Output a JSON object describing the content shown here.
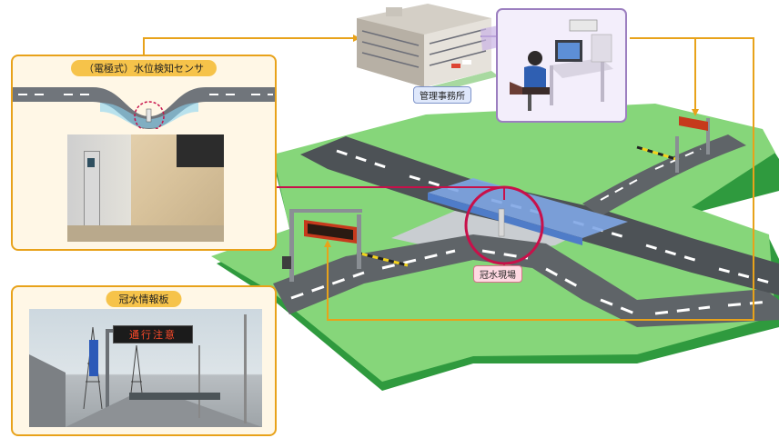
{
  "panels": {
    "sensor_title": "（電極式）水位検知センサ",
    "board_title": "冠水情報板"
  },
  "labels": {
    "office": "管理事務所",
    "site": "冠水現場"
  },
  "sign": {
    "message": "通行注意"
  },
  "colors": {
    "connector": "#e8a21a",
    "alert": "#c8104a",
    "ground": "#86d67a",
    "road": "#5f6468"
  }
}
